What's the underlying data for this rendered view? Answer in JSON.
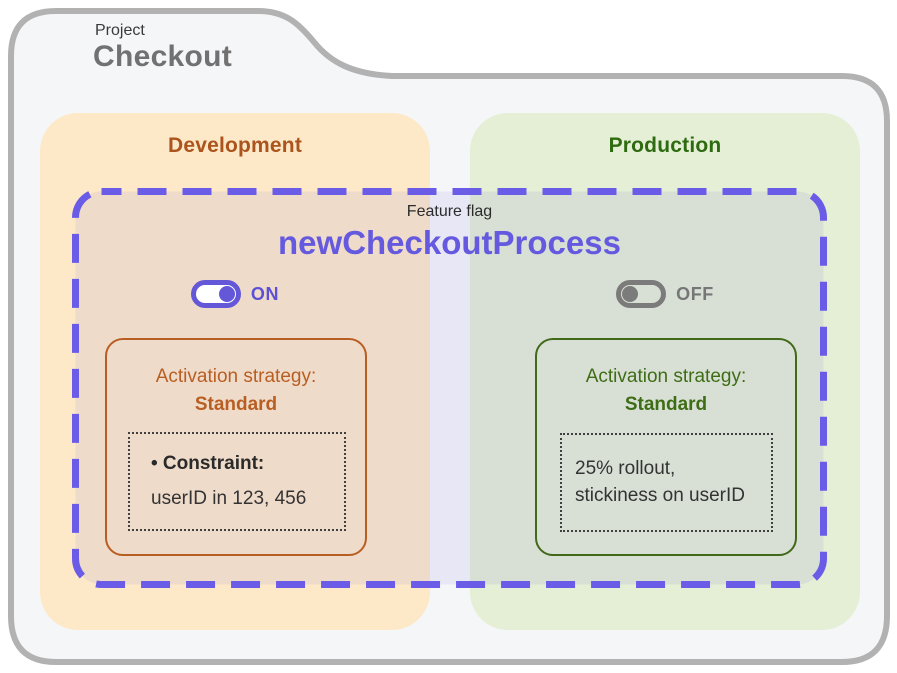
{
  "project": {
    "eyebrow": "Project",
    "title": "Checkout"
  },
  "flag": {
    "eyebrow": "Feature flag",
    "name": "newCheckoutProcess"
  },
  "environments": [
    {
      "label": "Development",
      "toggle": "ON",
      "strategy": {
        "title": "Activation strategy:",
        "name": "Standard"
      },
      "constraint": {
        "heading": "• Constraint:",
        "value": "userID in 123, 456"
      }
    },
    {
      "label": "Production",
      "toggle": "OFF",
      "strategy": {
        "title": "Activation strategy:",
        "name": "Standard"
      },
      "rollout": {
        "line1": "25% rollout,",
        "line2": "stickiness on userID"
      }
    }
  ],
  "colors": {
    "folder_bg": "#f5f6f8",
    "folder_border": "#b2b2b2",
    "dev_bg": "#fde9c8",
    "dev_accent": "#ab541d",
    "dev_strategy_border": "#b95e22",
    "prod_bg": "#e4efd5",
    "prod_accent": "#2e6b10",
    "prod_strategy_border": "#42691a",
    "flag_accent": "#6459df",
    "toggle_on": "#6457d8",
    "toggle_off": "#7b7b7b",
    "text_dark": "#2b2b2b"
  }
}
